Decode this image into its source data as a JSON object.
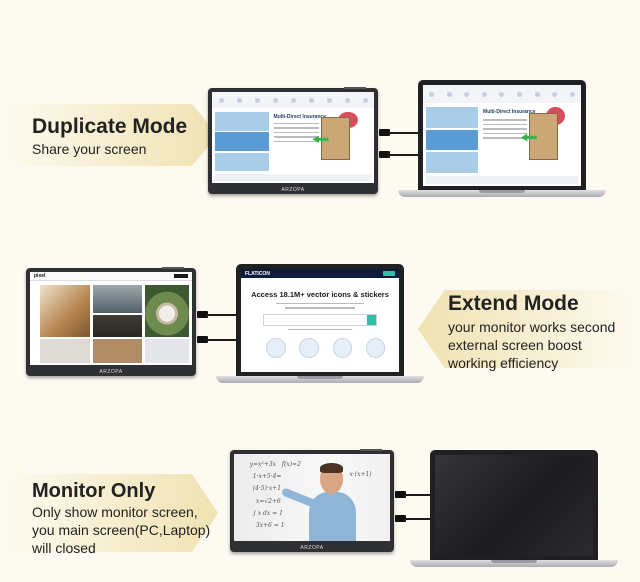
{
  "duplicate": {
    "title": "Duplicate Mode",
    "subtitle": "Share your screen",
    "screen_heading": "Multi-Direct Insurance"
  },
  "extend": {
    "title": "Extend Mode",
    "subtitle_lines": [
      "your monitor works second",
      "external screen boost",
      "working efficiency"
    ],
    "laptop_app": "FLATICON",
    "laptop_heading": "Access 18.1M+ vector icons & stickers",
    "monitor_app": "pixel"
  },
  "monitor_only": {
    "title": "Monitor Only",
    "subtitle_lines": [
      "Only show monitor screen,",
      "you main screen(PC,Laptop)",
      "will closed"
    ]
  },
  "brand": "ARZOPA",
  "colors": {
    "background": "#fdfbf1",
    "ribbon": "#f0e2b2",
    "monitor_frame": "#2f3033"
  }
}
